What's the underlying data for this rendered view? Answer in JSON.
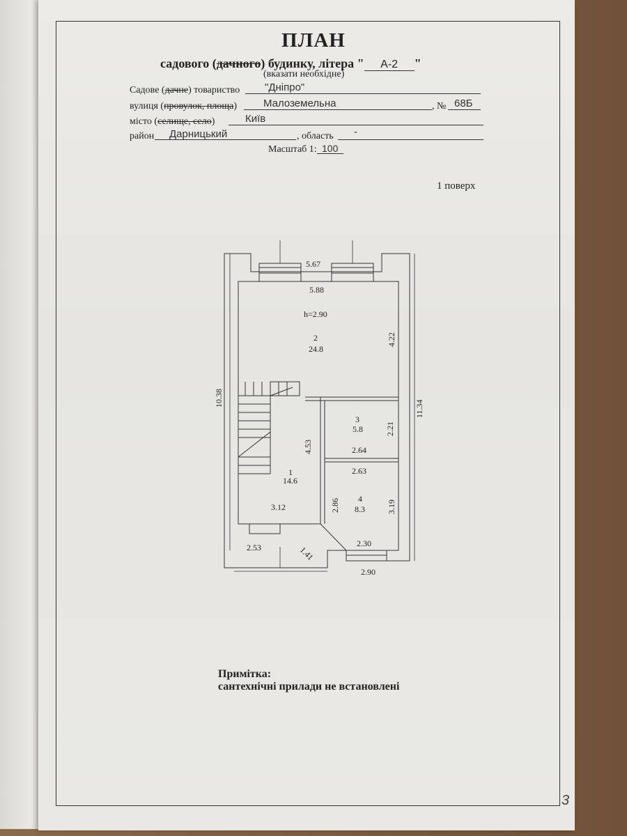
{
  "title": "ПЛАН",
  "subtitle": {
    "p1": "садового (",
    "p2": "дачного",
    "p3": ") будинку, літера \"",
    "litera": "А-2",
    "p4": "\""
  },
  "hint": "(вказати необхідне)",
  "fields": {
    "society_prefix": "Садове (",
    "society_strike": "дачне",
    "society_suffix": ") товариство",
    "society_value": "\"Дніпро\"",
    "street_prefix": "вулиця (",
    "street_strike": "провулок, площа",
    "street_suffix": ")",
    "street_value": "Малоземельна",
    "number_label": ", №",
    "number_value": "68Б",
    "city_prefix": "місто (",
    "city_strike": "селище, село",
    "city_suffix": ")",
    "city_value": "Київ",
    "district_label": "район",
    "district_value": "Дарницький",
    "region_label": ", область",
    "region_value": "-",
    "scale_label": "Масштаб 1:",
    "scale_value": "100"
  },
  "floor_label": "1 поверх",
  "plan": {
    "height": "h=2.90",
    "rooms": [
      {
        "num": "1",
        "area": "14.6"
      },
      {
        "num": "2",
        "area": "24.8"
      },
      {
        "num": "3",
        "area": "5.8"
      },
      {
        "num": "4",
        "area": "8.3"
      }
    ],
    "dims": {
      "top_outer": "5.67",
      "top_inner": "5.88",
      "right_room2": "4.22",
      "left_total": "10.38",
      "right_total": "11.34",
      "room3_h": "2.21",
      "room3_w": "2.64",
      "room1_h": "4.53",
      "room4_w_top": "2.63",
      "room4_h_left": "2.86",
      "room4_h_right": "3.19",
      "room1_w": "3.12",
      "room4_w_bottom": "2.30",
      "bottom_left": "2.53",
      "bottom_diag": "1.41",
      "bottom_right": "2.90"
    }
  },
  "note": {
    "label": "Примітка:",
    "text": "сантехнічні прилади не встановлені"
  },
  "page_number": "3"
}
